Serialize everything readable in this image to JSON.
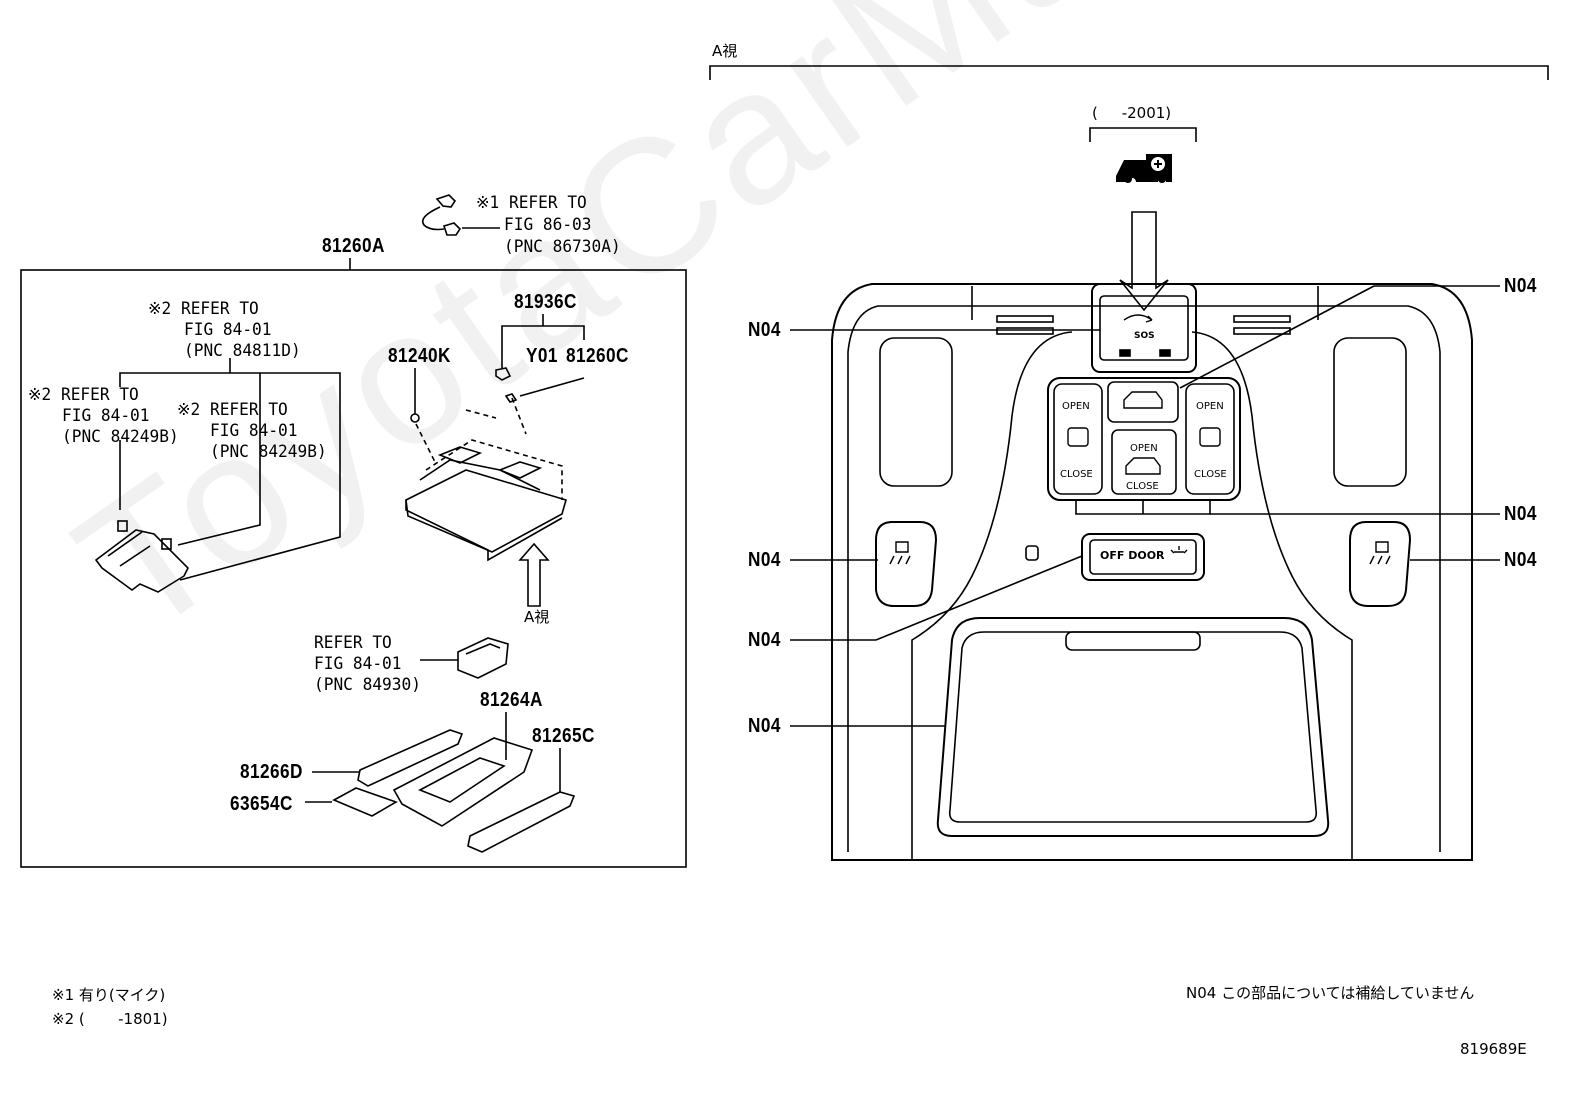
{
  "watermark": "ToyotaCarManual.ru",
  "left_panel": {
    "assembly_label": "81260A",
    "microphone_ref": [
      "※1 REFER TO",
      "FIG 86-03",
      "(PNC 86730A)"
    ],
    "ref_top": [
      "※2 REFER TO",
      "FIG 84-01",
      "(PNC 84811D)"
    ],
    "ref_left": [
      "※2 REFER TO",
      "FIG 84-01",
      "(PNC 84249B)"
    ],
    "ref_mid": [
      "※2 REFER TO",
      "FIG 84-01",
      "(PNC 84249B)"
    ],
    "ref_bottom": [
      "REFER TO",
      "FIG 84-01",
      "(PNC 84930)"
    ],
    "part_81936C": "81936C",
    "part_81240K": "81240K",
    "part_Y01": "Y01",
    "part_81260C": "81260C",
    "view_a_arrow": "A視",
    "part_81264A": "81264A",
    "part_81265C": "81265C",
    "part_81266D": "81266D",
    "part_63654C": "63654C"
  },
  "right_panel": {
    "view_title": "A視",
    "date_range": "(     -2001)",
    "sos_label": "SOS",
    "open_left": "OPEN",
    "close_left": "CLOSE",
    "open_center": "OPEN",
    "close_center": "CLOSE",
    "open_right": "OPEN",
    "close_right": "CLOSE",
    "off_door_label": "OFF DOOR",
    "callouts": [
      "N04",
      "N04",
      "N04",
      "N04",
      "N04",
      "N04",
      "N04"
    ]
  },
  "footnotes": {
    "note1": "※1 有り(マイク)",
    "note2": "※2 (       -1801)",
    "n04_note": "N04 この部品については補給していません",
    "figure_id": "819689E"
  }
}
